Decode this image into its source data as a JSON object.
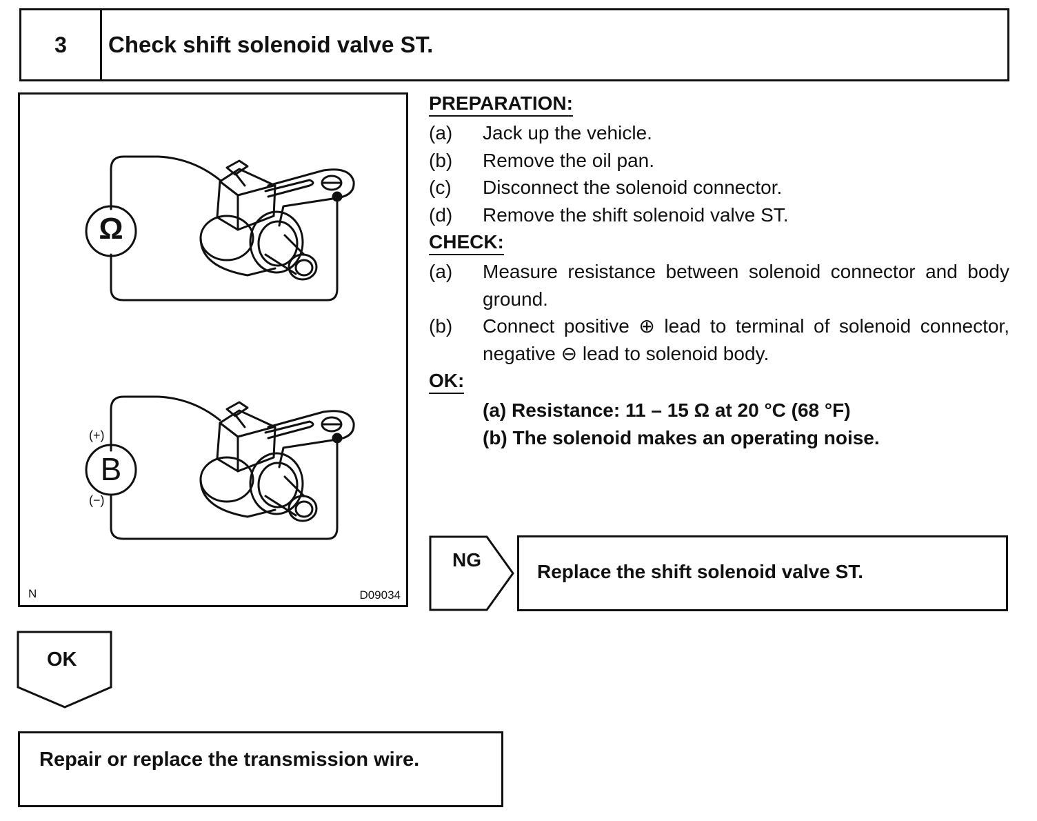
{
  "header": {
    "step_number": "3",
    "title": "Check shift solenoid valve ST."
  },
  "figure": {
    "corner_left": "N",
    "corner_right": "D09034",
    "ohmmeter_symbol": "Ω",
    "battery_symbol": "B",
    "battery_positive": "(+)",
    "battery_negative": "(−)"
  },
  "preparation": {
    "heading": "PREPARATION:",
    "steps": [
      {
        "letter": "(a)",
        "text": "Jack up the vehicle."
      },
      {
        "letter": "(b)",
        "text": "Remove the oil pan."
      },
      {
        "letter": "(c)",
        "text": "Disconnect the solenoid connector."
      },
      {
        "letter": "(d)",
        "text": "Remove the shift solenoid valve ST."
      }
    ]
  },
  "check": {
    "heading": "CHECK:",
    "steps": [
      {
        "letter": "(a)",
        "text": "Measure resistance between solenoid connector and body ground."
      },
      {
        "letter": "(b)",
        "text": "Connect positive ⊕ lead to terminal of solenoid connector, negative ⊖ lead to solenoid body."
      }
    ]
  },
  "ok_spec": {
    "heading": "OK:",
    "items": [
      "(a) Resistance: 11 – 15 Ω at 20 °C (68 °F)",
      "(b) The solenoid makes an operating noise."
    ]
  },
  "ng_branch": {
    "label": "NG",
    "action": "Replace the shift solenoid valve ST."
  },
  "ok_branch": {
    "label": "OK",
    "action": "Repair or replace the transmission wire."
  }
}
